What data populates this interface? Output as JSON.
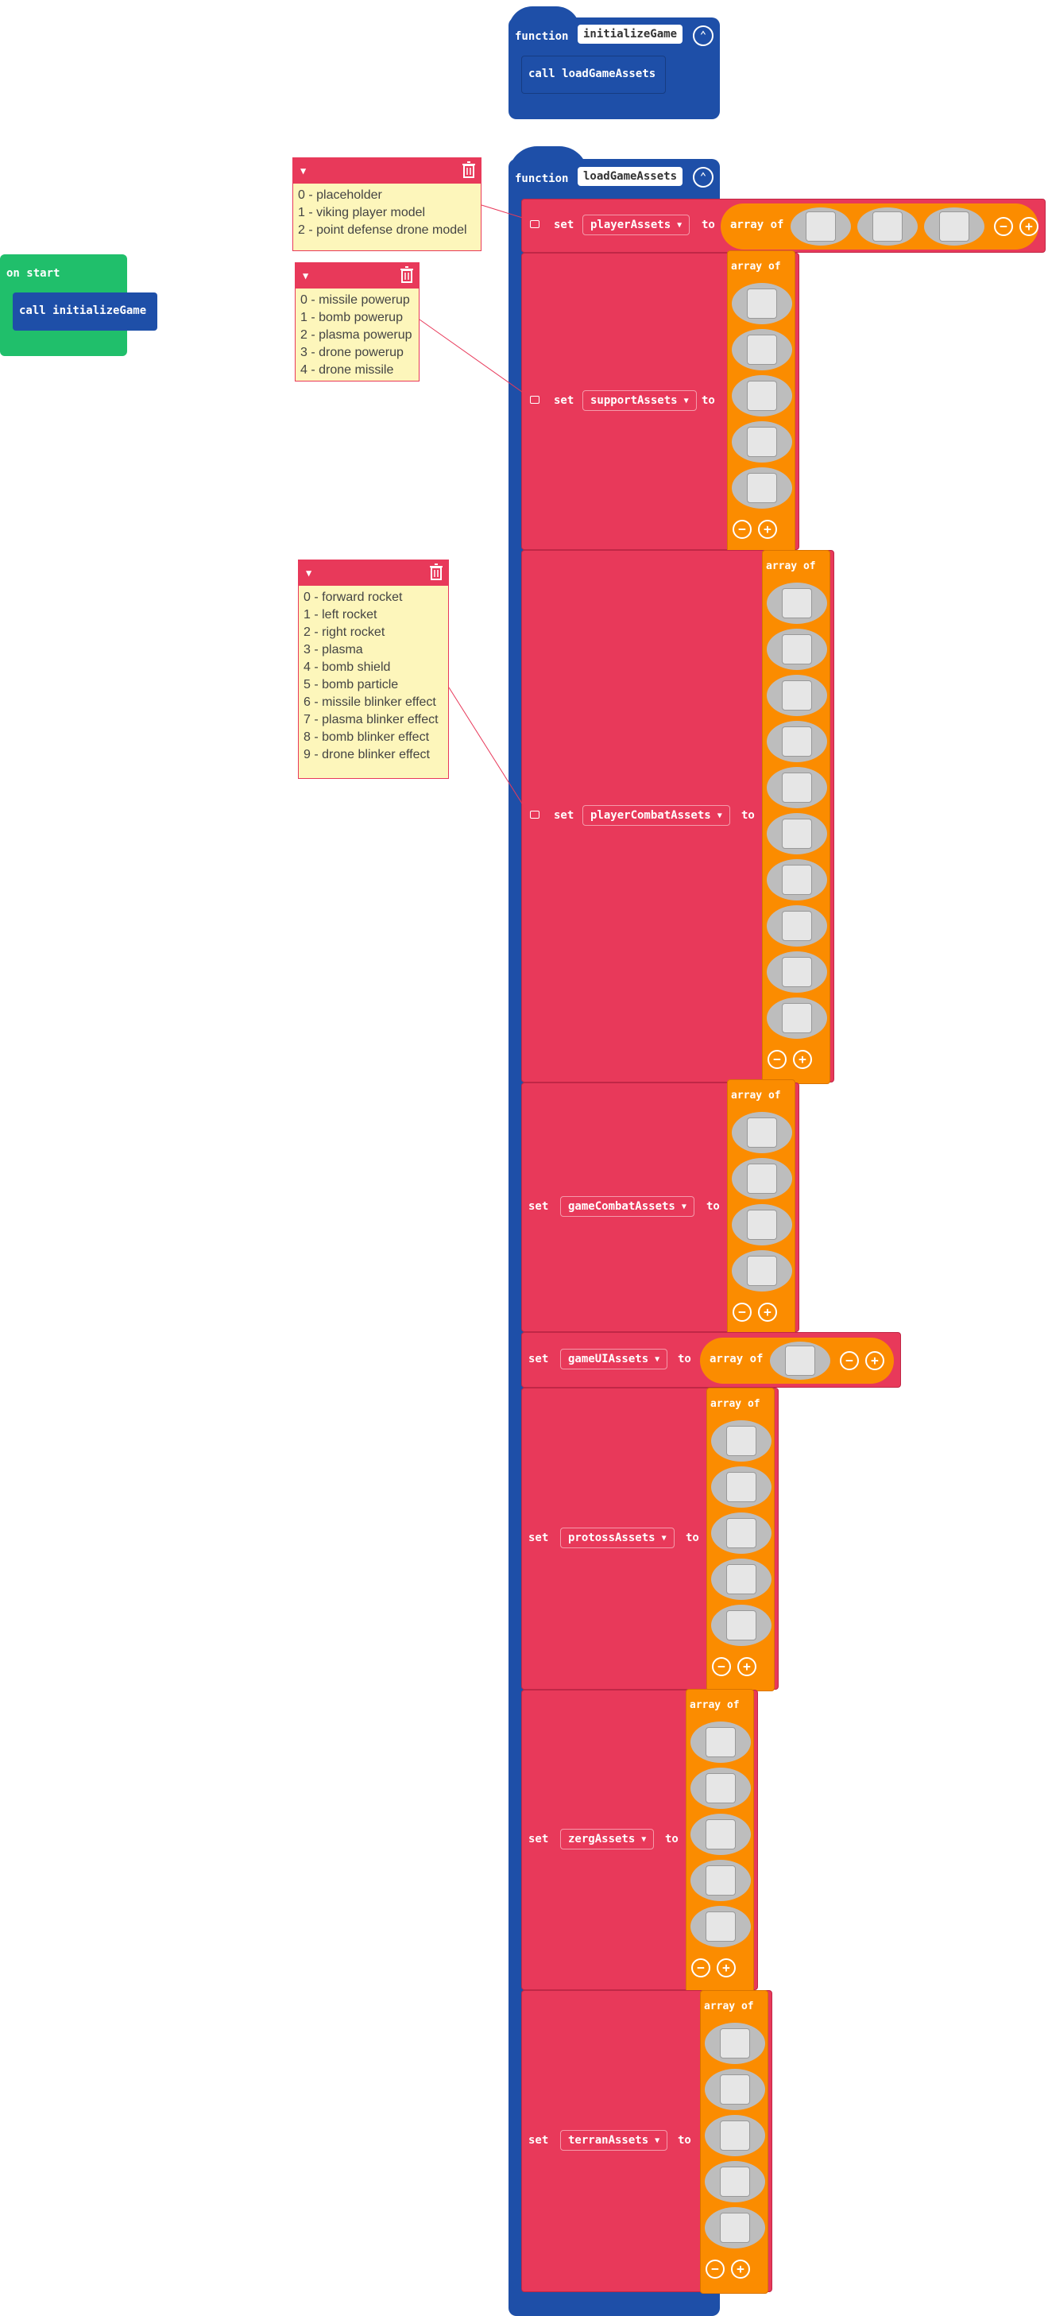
{
  "on_start": {
    "label": "on start",
    "call_label": "call initializeGame"
  },
  "init_function": {
    "keyword": "function",
    "name": "initializeGame",
    "call_label": "call loadGameAssets"
  },
  "load_function": {
    "keyword": "function",
    "name": "loadGameAssets",
    "set_keyword": "set",
    "to_keyword": "to",
    "array_label": "array of",
    "statements": [
      {
        "var": "playerAssets",
        "slots": 3
      },
      {
        "var": "supportAssets",
        "slots": 5
      },
      {
        "var": "playerCombatAssets",
        "slots": 10
      },
      {
        "var": "gameCombatAssets",
        "slots": 4
      },
      {
        "var": "gameUIAssets",
        "slots": 1
      },
      {
        "var": "protossAssets",
        "slots": 5
      },
      {
        "var": "zergAssets",
        "slots": 5
      },
      {
        "var": "terranAssets",
        "slots": 5
      }
    ]
  },
  "comments": [
    {
      "lines": [
        "0 - placeholder",
        "1 - viking player model",
        "2 - point defense drone model"
      ]
    },
    {
      "lines": [
        "0 - missile powerup",
        "1 - bomb powerup",
        "2 - plasma powerup",
        "3 - drone powerup",
        "4 - drone missile"
      ]
    },
    {
      "lines": [
        "0 - forward rocket",
        "1 - left rocket",
        "2 - right rocket",
        "3 - plasma",
        "4 - bomb shield",
        "5 - bomb particle",
        "6 - missile blinker effect",
        "7 - plasma blinker effect",
        "8 - bomb blinker effect",
        "9 - drone blinker effect"
      ]
    }
  ],
  "colors": {
    "function_block": "#1e4fa8",
    "set_block": "#e8395a",
    "array_block": "#fb8c00",
    "event_block": "#20bf6b",
    "comment_bg": "#fdf6bb"
  }
}
